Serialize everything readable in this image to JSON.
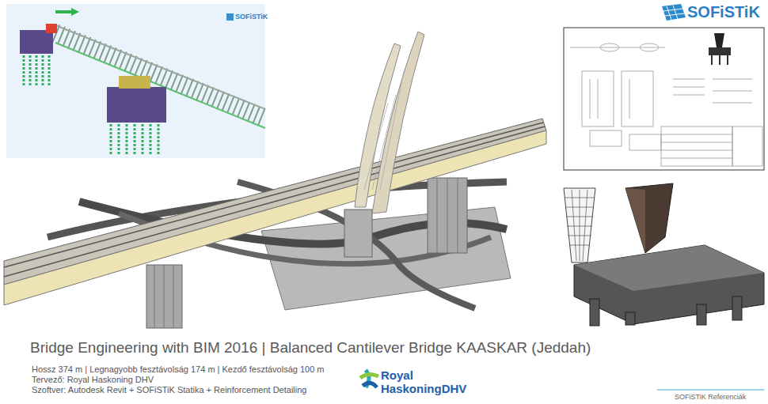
{
  "diagram": {
    "title": "Bridge Engineering with BIM 2016 | Balanced Cantilever Bridge KAASKAR (Jeddah)",
    "labels": [
      "SOFiSTiK",
      "SOFiSTiK",
      "Hossz 374 m | Legnagyobb fesztávolság 174 m | Kezdő fesztávolság 100 m",
      "Tervező: Royal Haskoning DHV",
      "Szoftver: Autodesk Revit + SOFiSTiK Statika + Reinforcement Detailing",
      "Royal",
      "HaskoningDHV",
      "SOFiSTiK Referenciák"
    ]
  }
}
